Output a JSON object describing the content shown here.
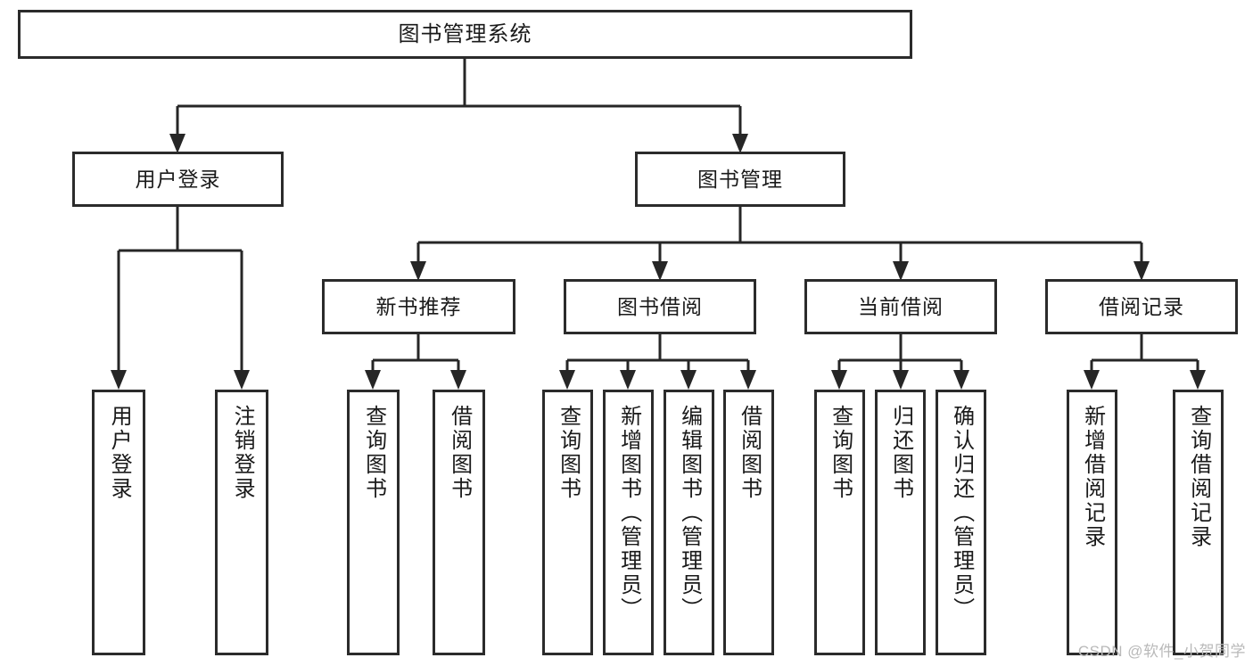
{
  "diagram": {
    "title": "图书管理系统",
    "type": "hierarchy-tree",
    "orientation": "top-down",
    "root": {
      "label": "图书管理系统"
    },
    "level2": [
      {
        "label": "用户登录"
      },
      {
        "label": "图书管理"
      }
    ],
    "level3": [
      {
        "label": "新书推荐"
      },
      {
        "label": "图书借阅"
      },
      {
        "label": "当前借阅"
      },
      {
        "label": "借阅记录"
      }
    ],
    "leaves": {
      "user_login": [
        {
          "label": "用户登录"
        },
        {
          "label": "注销登录"
        }
      ],
      "new_book_recommend": [
        {
          "label": "查询图书"
        },
        {
          "label": "借阅图书"
        }
      ],
      "book_borrow": [
        {
          "label": "查询图书"
        },
        {
          "label": "新增图书（管理员）"
        },
        {
          "label": "编辑图书（管理员）"
        },
        {
          "label": "借阅图书"
        }
      ],
      "current_borrow": [
        {
          "label": "查询图书"
        },
        {
          "label": "归还图书"
        },
        {
          "label": "确认归还（管理员）"
        }
      ],
      "borrow_record": [
        {
          "label": "新增借阅记录"
        },
        {
          "label": "查询借阅记录"
        }
      ]
    }
  },
  "watermark": {
    "text": "CSDN @软件_小贺同学"
  },
  "colors": {
    "border": "#2b2b2b",
    "line": "#262626",
    "background": "#ffffff",
    "text": "#1a1a1a",
    "watermark": "#b9b9b9"
  }
}
